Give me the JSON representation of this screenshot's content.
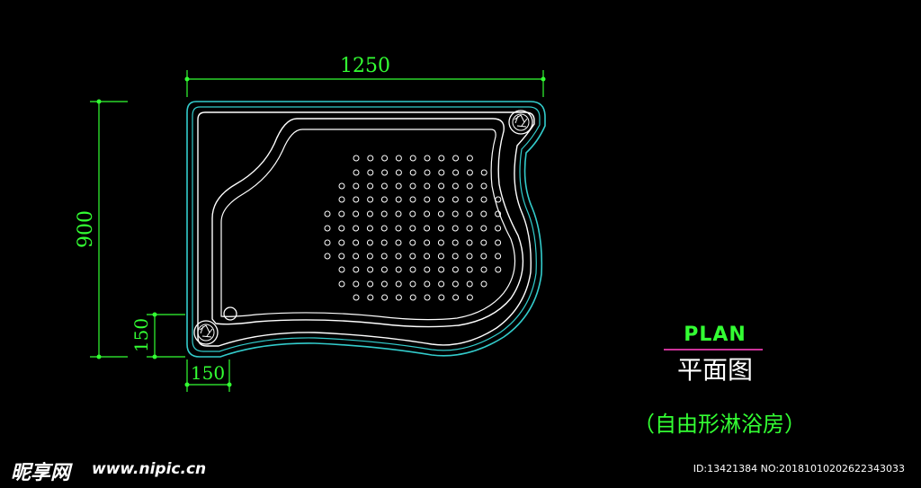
{
  "dimensions": {
    "width": "1250",
    "height": "900",
    "offset_v": "150",
    "offset_h": "150"
  },
  "title": {
    "en": "PLAN",
    "zh": "平面图"
  },
  "caption": "（自由形淋浴房）",
  "watermark": {
    "logo": "昵享网",
    "url": "www.nipic.cn",
    "id": "ID:13421384 NO:20181010202622343033"
  },
  "colors": {
    "background": "#000000",
    "dimension": "#33ff33",
    "outline_cyan": "#33cccc",
    "outline_white": "#ffffff",
    "title_underline": "#cc3399"
  }
}
